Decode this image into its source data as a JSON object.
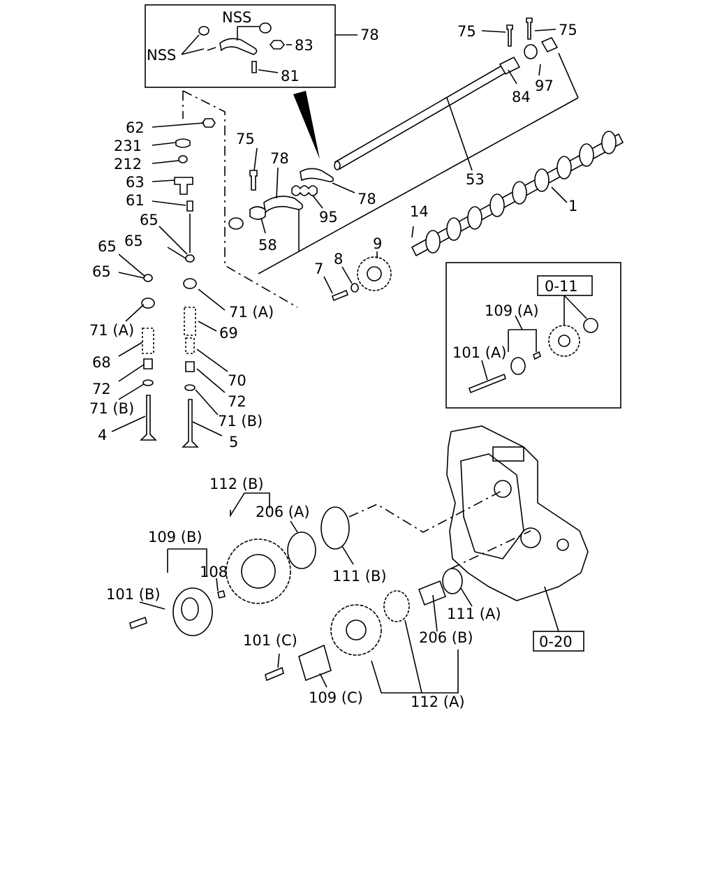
{
  "labels": {
    "nss_top": "NSS",
    "nss_left": "NSS",
    "l83": "83",
    "l81": "81",
    "l78_box": "78",
    "l75_a": "75",
    "l75_b": "75",
    "l84": "84",
    "l97": "97",
    "l62": "62",
    "l231": "231",
    "l212": "212",
    "l63": "63",
    "l61": "61",
    "l65_a": "65",
    "l65_b": "65",
    "l65_c": "65",
    "l65_d": "65",
    "l75_c": "75",
    "l78_b": "78",
    "l78_c": "78",
    "l95": "95",
    "l58": "58",
    "l53": "53",
    "l1": "1",
    "l14": "14",
    "l9": "9",
    "l8": "8",
    "l7": "7",
    "l71a_a": "71 (A)",
    "l71a_b": "71 (A)",
    "l69": "69",
    "l68": "68",
    "l70": "70",
    "l72_a": "72",
    "l72_b": "72",
    "l71b_a": "71 (B)",
    "l71b_b": "71 (B)",
    "l4": "4",
    "l5": "5",
    "l011": "0-11",
    "l109a": "109 (A)",
    "l101a": "101 (A)",
    "l112b": "112 (B)",
    "l206a": "206 (A)",
    "l109b": "109 (B)",
    "l108": "108",
    "l111b": "111 (B)",
    "l101b": "101 (B)",
    "l111a": "111 (A)",
    "l206b": "206 (B)",
    "l020": "0-20",
    "l101c": "101 (C)",
    "l109c": "109 (C)",
    "l112a": "112 (A)"
  }
}
